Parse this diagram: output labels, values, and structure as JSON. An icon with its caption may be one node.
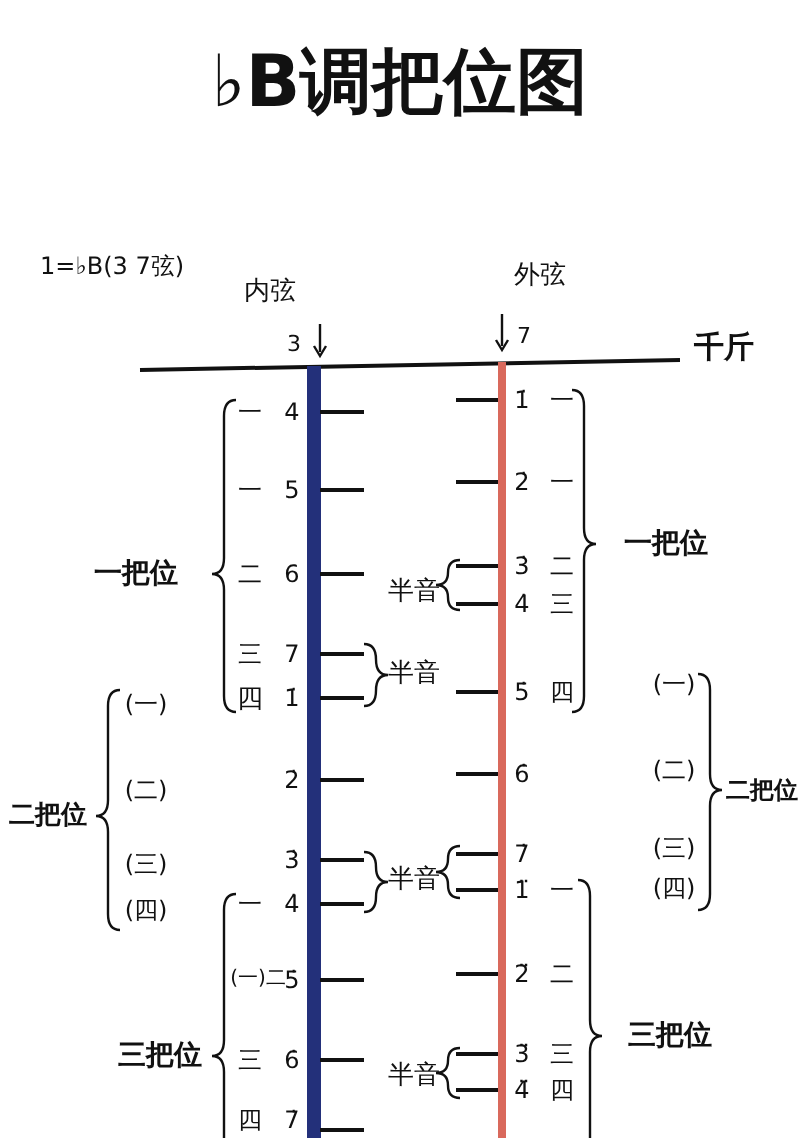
{
  "diagram": {
    "title": "♭B调把位图",
    "labels": [
      "1=♭B(3 7弦)",
      "外弦",
      "内弦",
      "7",
      "3",
      "千斤",
      "1̇",
      "一",
      "一",
      "4",
      "2̇",
      "一",
      "一",
      "5",
      "一把位",
      "3̇",
      "二",
      "一把位",
      "二",
      "6",
      "半音",
      "4̇",
      "三",
      "三",
      "7",
      "半音",
      "(一)",
      "5̇",
      "四",
      "四",
      "1̇",
      "(一)",
      "(二)",
      "6̇",
      "2̇",
      "二把位",
      "(二)",
      "二把位",
      "(三)",
      "7̇",
      "3̇",
      "(三)",
      "半音",
      "(四)",
      "1̈",
      "一",
      "一",
      "4̇",
      "(四)",
      "2̈",
      "二",
      "(一)二",
      "5̇",
      "三把位",
      "3̈",
      "三",
      "三把位",
      "三",
      "6̇",
      "半音",
      "4̈",
      "四",
      "四",
      "7̇"
    ]
  }
}
